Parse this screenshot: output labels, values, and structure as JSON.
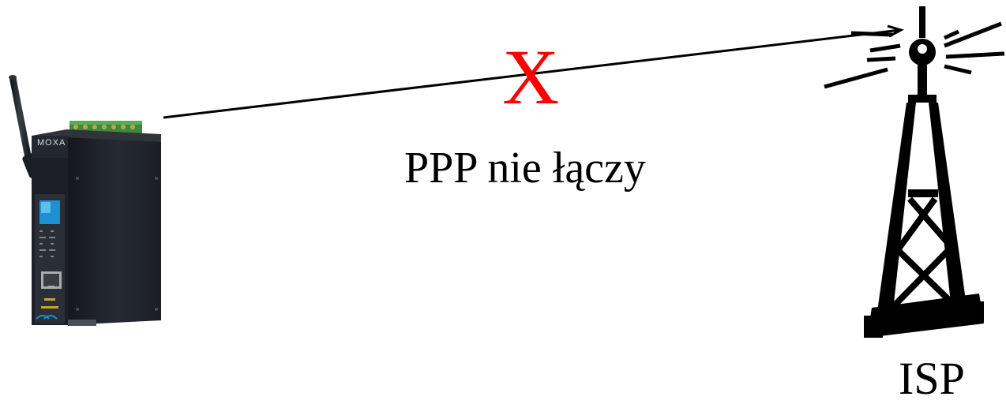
{
  "diagram": {
    "connection_label": "PPP nie łączy",
    "failure_mark": "X",
    "endpoint_label": "ISP",
    "device_brand": "MOXA"
  },
  "colors": {
    "failure": "#ff0000",
    "line": "#000000",
    "device_body": "#1c2026",
    "device_panel": "#2a2f37",
    "device_display": "#1e8fd0",
    "terminal_block": "#3d8a3a",
    "tower": "#000000"
  },
  "icons": {
    "device": "cellular-modem-gateway-icon",
    "tower": "radio-tower-icon"
  }
}
